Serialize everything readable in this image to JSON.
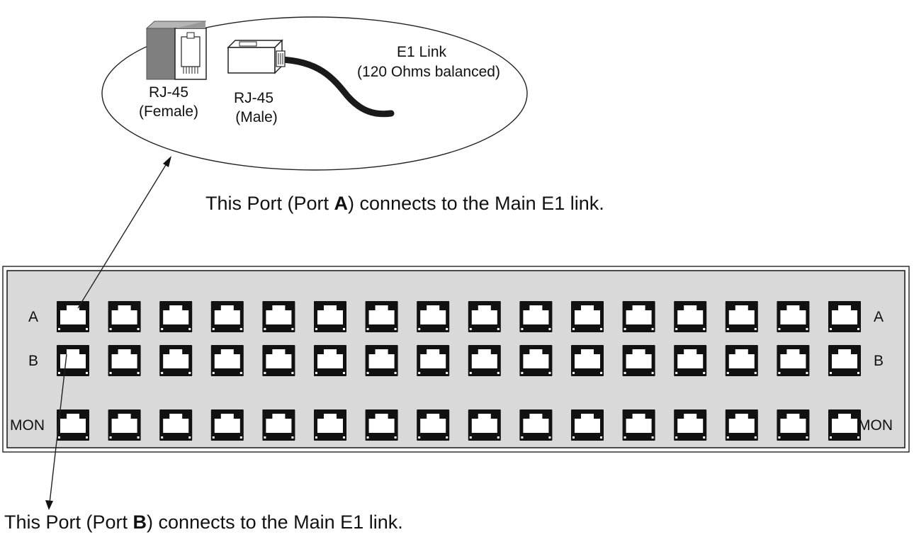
{
  "callout": {
    "female_connector": {
      "label_line1": "RJ-45",
      "label_line2": "(Female)"
    },
    "male_connector": {
      "label_line1": "RJ-45",
      "label_line2": "(Male)"
    },
    "cable": {
      "label_line1": "E1 Link",
      "label_line2": "(120 Ohms balanced)"
    }
  },
  "captions": {
    "port_a": {
      "before": "This Port  (Port ",
      "port": "A",
      "after": ") connects to the Main E1 link."
    },
    "port_b": {
      "before": "This Port (Port ",
      "port": "B",
      "after": ") connects to the Main E1 link."
    }
  },
  "panel": {
    "columns": 16,
    "rows": [
      {
        "id": "a",
        "label_left": "A",
        "label_right": "A"
      },
      {
        "id": "b",
        "label_left": "B",
        "label_right": "B"
      },
      {
        "id": "mon",
        "label_left": "MON",
        "label_right": "MON"
      }
    ]
  },
  "colors": {
    "panel_fill": "#d9d9d9",
    "jack_body": "#111111",
    "cable": "#1a1a1a"
  }
}
